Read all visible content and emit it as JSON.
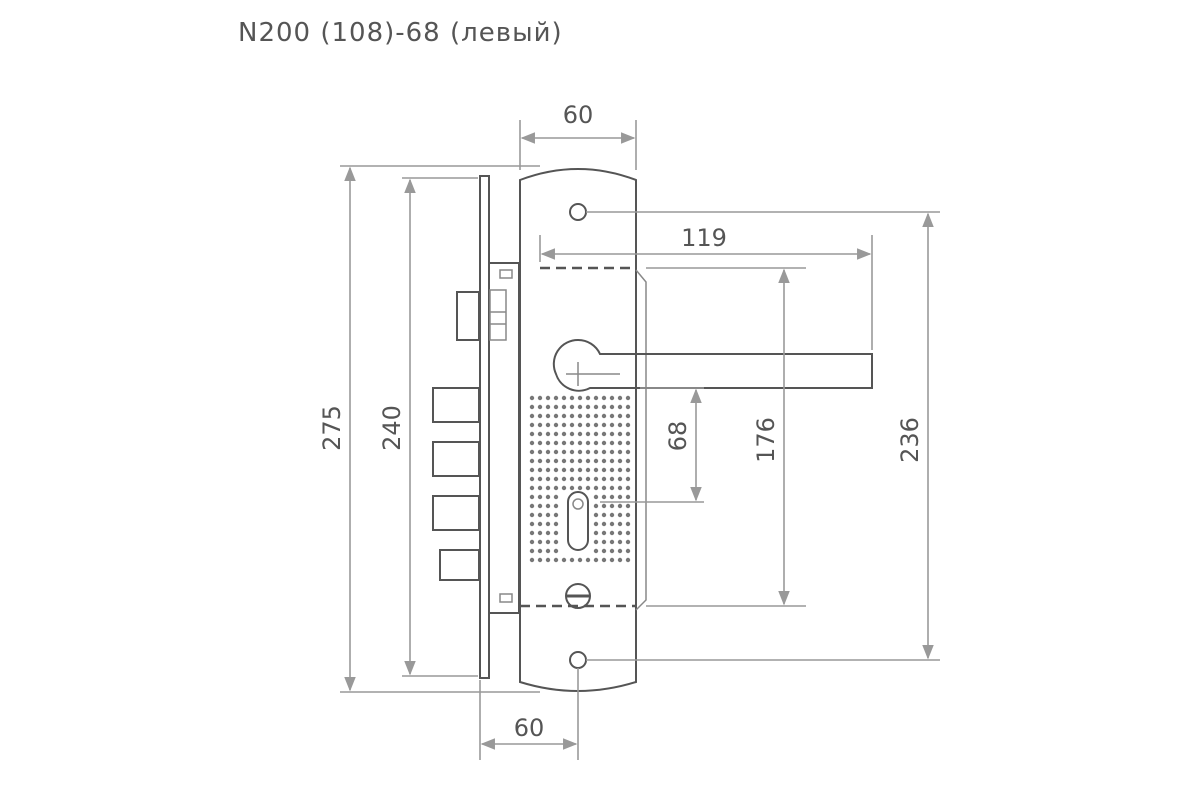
{
  "title": "N200 (108)-68 (левый)",
  "dimensions": {
    "top_width": "60",
    "bottom_width": "60",
    "handle_length": "119",
    "total_height": "275",
    "faceplate_height": "240",
    "handle_to_cylinder": "68",
    "cover_height": "176",
    "mount_hole_spacing": "236"
  },
  "colors": {
    "line": "#555555",
    "dimension_line": "#999999",
    "background": "#ffffff"
  }
}
